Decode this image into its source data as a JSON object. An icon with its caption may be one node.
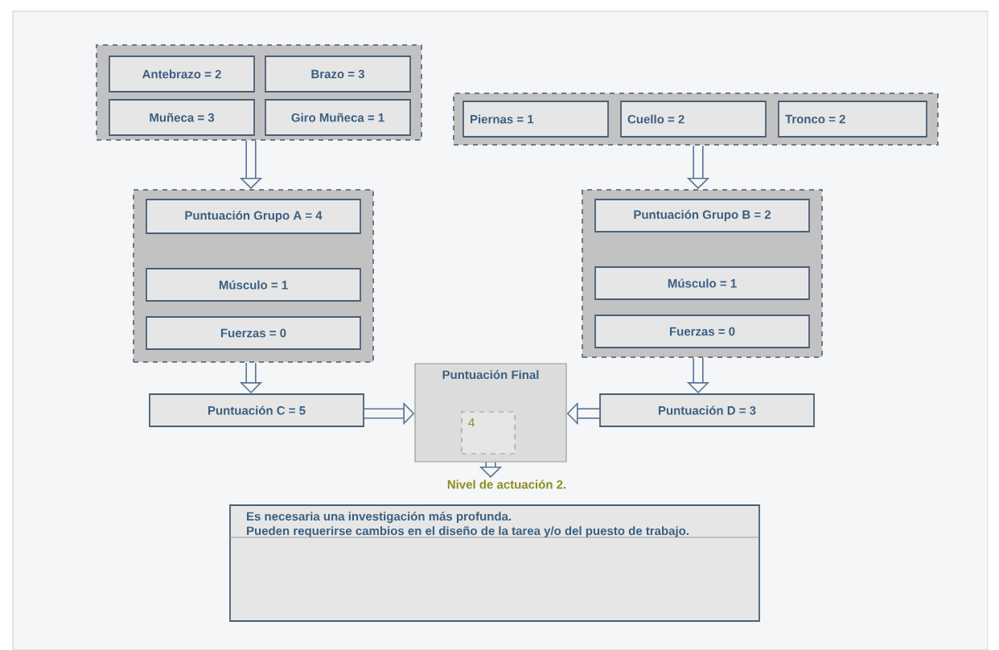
{
  "diagram": {
    "nodes": [
      {
        "text": [],
        "shape": "box"
      },
      {
        "text": [
          "Antebrazo =  2"
        ],
        "in": 0
      },
      {
        "text": [
          "Brazo = 3"
        ],
        "in": 0
      },
      {
        "text": [
          "Muñeca = 3"
        ],
        "in": 0
      },
      {
        "text": [
          "Giro Muñeca = 1"
        ],
        "in": 0
      },
      {
        "text": [],
        "shape": "box"
      },
      {
        "text": [
          "Piernas = 1"
        ],
        "in": 5
      },
      {
        "text": [
          "Cuello = 2"
        ],
        "in": 5
      },
      {
        "text": [
          "Tronco = 2"
        ],
        "in": 5
      },
      {
        "text": [],
        "shape": "box"
      },
      {
        "text": [
          "Puntuación Grupo A = 4"
        ],
        "in": 9
      },
      {
        "text": [
          "Músculo = 1"
        ],
        "in": 9
      },
      {
        "text": [
          "Fuerzas = 0"
        ],
        "in": 9
      },
      {
        "text": [],
        "shape": "box"
      },
      {
        "text": [
          "Puntuación Grupo B  = 2"
        ],
        "in": 13
      },
      {
        "text": [
          "Músculo = 1"
        ],
        "in": 13
      },
      {
        "text": [
          "Fuerzas = 0"
        ],
        "in": 13
      },
      {
        "text": [
          "Puntuación C = 5"
        ]
      },
      {
        "text": [
          "Puntuación Final"
        ]
      },
      {
        "text": [
          "4"
        ],
        "in": 18
      },
      {
        "text": [
          "Puntuación D = 3"
        ]
      },
      {
        "text": [
          "Nivel de actuación 2."
        ]
      },
      {
        "text": [
          "Es necesaria una investigación más profunda.",
          "Pueden requerirse cambios en el diseño de la tarea y/o del puesto de trabajo."
        ]
      }
    ],
    "edges": [
      {
        "from": 0,
        "to": 9,
        "arrow": "to"
      },
      {
        "from": 5,
        "to": 13,
        "arrow": "to"
      },
      {
        "from": 9,
        "to": 17,
        "arrow": "to"
      },
      {
        "from": 13,
        "to": 20,
        "arrow": "to"
      },
      {
        "from": 17,
        "to": 18,
        "arrow": "to"
      },
      {
        "from": 20,
        "to": 18,
        "arrow": "to"
      },
      {
        "from": 18,
        "to": 21,
        "arrow": "to"
      }
    ]
  }
}
